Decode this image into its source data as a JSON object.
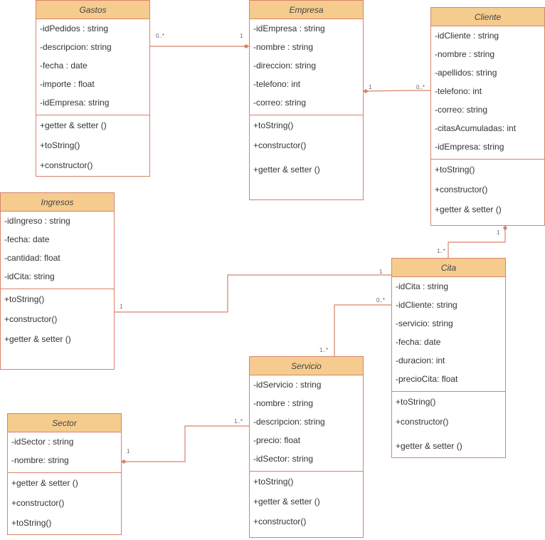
{
  "classes": {
    "gastos": {
      "name": "Gastos",
      "attributes": [
        "-idPedidos : string",
        "-descripcion: string",
        "-fecha : date",
        "-importe : float",
        "-idEmpresa: string"
      ],
      "operations": [
        "+getter & setter ()",
        "+toString()",
        "+constructor()"
      ]
    },
    "empresa": {
      "name": "Empresa",
      "attributes": [
        "-idEmpresa : string",
        "-nombre : string",
        "-direccion: string",
        "-telefono: int",
        "-correo: string"
      ],
      "operations": [
        "+toString()",
        "+constructor()",
        "+getter & setter ()"
      ]
    },
    "cliente": {
      "name": "Cliente",
      "attributes": [
        "-idCliente : string",
        "-nombre : string",
        "-apellidos: string",
        "-telefono: int",
        "-correo: string",
        "-citasAcumuladas: int",
        "-idEmpresa: string"
      ],
      "operations": [
        "+toString()",
        "+constructor()",
        "+getter & setter ()"
      ]
    },
    "ingresos": {
      "name": "Ingresos",
      "attributes": [
        "-idIngreso : string",
        "-fecha: date",
        "-cantidad: float",
        "-idCita: string"
      ],
      "operations": [
        "+toString()",
        "+constructor()",
        "+getter & setter ()"
      ]
    },
    "cita": {
      "name": "Cita",
      "attributes": [
        "-idCita : string",
        "-idCliente: string",
        "-servicio: string",
        "-fecha: date",
        "-duracion: int",
        "-precioCita: float"
      ],
      "operations": [
        "+toString()",
        "+constructor()",
        "+getter & setter ()"
      ]
    },
    "servicio": {
      "name": "Servicio",
      "attributes": [
        "-idServicio : string",
        "-nombre : string",
        "-descripcion: string",
        "-precio: float",
        "-idSector: string"
      ],
      "operations": [
        "+toString()",
        "+getter & setter ()",
        "+constructor()"
      ]
    },
    "sector": {
      "name": "Sector",
      "attributes": [
        "-idSector : string",
        "-nombre: string"
      ],
      "operations": [
        "+getter & setter ()",
        "+constructor()",
        "+toString()"
      ]
    }
  },
  "associations": [
    {
      "from": "gastos",
      "to": "empresa",
      "from_mult": "0..*",
      "to_mult": "1"
    },
    {
      "from": "cliente",
      "to": "empresa",
      "from_mult": "0..*",
      "to_mult": "1"
    },
    {
      "from": "cita",
      "to": "cliente",
      "from_mult": "1..*",
      "to_mult": "1"
    },
    {
      "from": "ingresos",
      "to": "cita",
      "from_mult": "1",
      "to_mult": "1"
    },
    {
      "from": "servicio",
      "to": "cita",
      "from_mult": "1..*",
      "to_mult": "0..*"
    },
    {
      "from": "servicio",
      "to": "sector",
      "from_mult": "1..*",
      "to_mult": "1"
    }
  ],
  "colors": {
    "border": "#d9826a",
    "header": "#f5cc8e",
    "line": "#d9826a"
  }
}
